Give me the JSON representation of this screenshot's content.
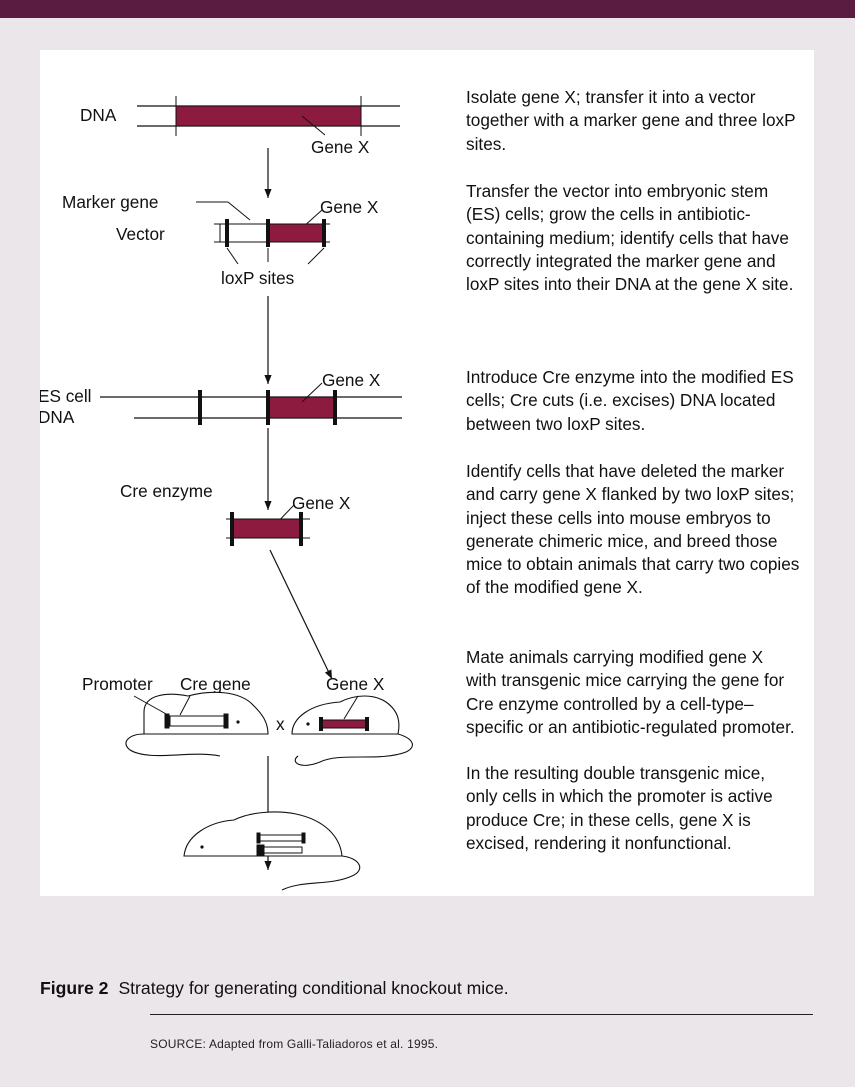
{
  "labels": {
    "dna": "DNA",
    "gene_x_1": "Gene X",
    "marker_gene": "Marker gene",
    "gene_x_2": "Gene X",
    "vector": "Vector",
    "loxp_sites": "loxP sites",
    "gene_x_3": "Gene X",
    "es_cell": "ES cell",
    "es_dna": "DNA",
    "cre_enzyme": "Cre enzyme",
    "gene_x_4": "Gene X",
    "promoter": "Promoter",
    "cre_gene": "Cre gene",
    "gene_x_5": "Gene X",
    "cross": "x"
  },
  "steps": [
    "Isolate gene X; transfer it into a vector together with a marker gene and three loxP sites.",
    "Transfer the vector into embryonic stem (ES) cells; grow the cells in antibiotic-containing medium; identify cells that have correctly integrated the marker gene and loxP sites into their DNA at the gene X site.",
    "Introduce Cre enzyme into the modified ES cells; Cre cuts (i.e. excises) DNA located between two loxP sites.",
    "Identify cells that have deleted the marker and carry gene X flanked by two loxP sites; inject these cells into mouse embryos to generate chimeric mice, and breed those mice to obtain animals that carry two copies of the modified gene X.",
    "Mate animals carrying modified gene X with transgenic mice carrying the gene for Cre enzyme controlled by a cell-type–specific or an antibiotic-regulated promoter.",
    "In the resulting double transgenic mice, only cells in which the promoter is active produce Cre; in these cells, gene X is excised, rendering it nonfunctional."
  ],
  "caption": {
    "label": "Figure 2",
    "text": "Strategy for generating conditional knockout mice."
  },
  "source": "SOURCE: Adapted from Galli-Taliadoros et al. 1995.",
  "colors": {
    "gene": "#8c1b3f",
    "background": "#ebe6ea",
    "top_bar": "#5a1d41"
  }
}
